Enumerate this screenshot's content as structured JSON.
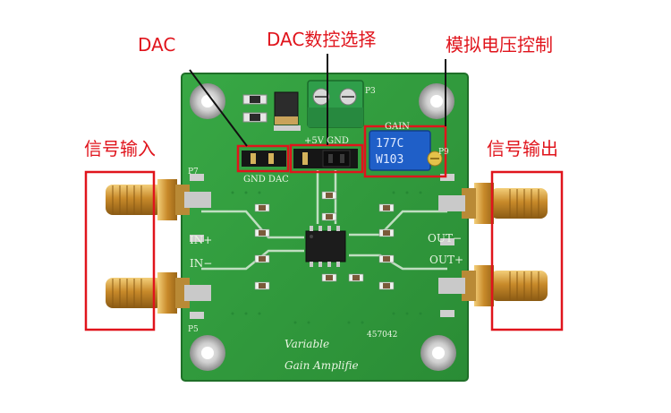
{
  "callouts": {
    "dac": "DAC",
    "dac_select": "DAC数控选择",
    "analog_voltage": "模拟电压控制",
    "signal_in": "信号输入",
    "signal_out": "信号输出"
  },
  "board": {
    "silk_in_plus": "IN+",
    "silk_in_minus": "IN−",
    "silk_out_minus": "OUT−",
    "silk_out_plus": "OUT+",
    "silk_gnd_dac": "GND DAC",
    "silk_p5v_gnd": "+5V GND",
    "silk_gain": "GAIN",
    "silk_p7": "P7",
    "silk_p5": "P5",
    "silk_p3": "P3",
    "silk_p9": "P9",
    "silk_code": "457042",
    "silk_title_1": "Variable",
    "silk_title_2": "Gain Amplifie",
    "pot_label": "W103",
    "pot_code": "177C"
  },
  "colors": {
    "callout_red": "#e0141c",
    "pcb_green": "#2f9a3a",
    "pcb_dark": "#1f7a2c",
    "silkscreen": "#e9f5e2",
    "gold": "#d6a23c",
    "pot_blue": "#1f5fc8"
  }
}
